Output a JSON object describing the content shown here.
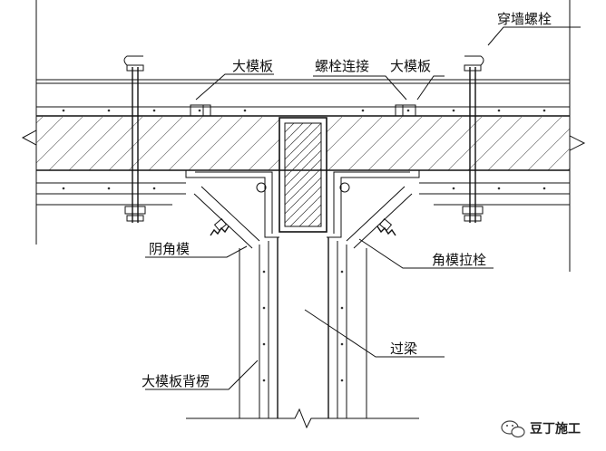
{
  "labels": {
    "through_wall_bolt": "穿墙螺栓",
    "large_formwork_left": "大模板",
    "bolt_connection": "螺栓连接",
    "large_formwork_right": "大模板",
    "inside_corner_form": "阴角模",
    "corner_form_tie_bolt": "角模拉栓",
    "lintel_beam": "过梁",
    "formwork_back_ridge": "大模板背楞"
  },
  "watermark": {
    "text": "豆丁施工",
    "icon": "wechat-icon"
  }
}
